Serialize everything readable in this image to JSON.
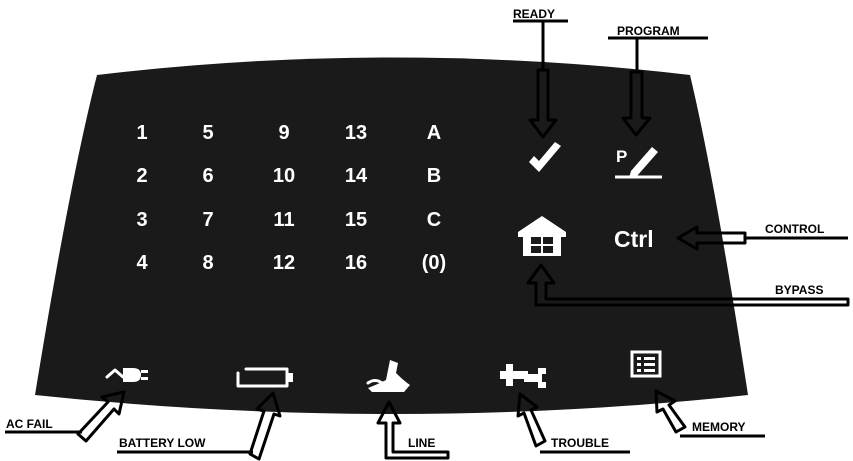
{
  "colors": {
    "panel": "#1a1a1a",
    "glyph": "#ffffff",
    "callout": "#000000"
  },
  "zones": [
    [
      "1",
      "5",
      "9",
      "13",
      "A"
    ],
    [
      "2",
      "6",
      "10",
      "14",
      "B"
    ],
    [
      "3",
      "7",
      "11",
      "15",
      "C"
    ],
    [
      "4",
      "8",
      "12",
      "16",
      "(0)"
    ]
  ],
  "indicators": {
    "ready": {
      "icon": "checkmark-icon"
    },
    "program": {
      "icon": "program-pen-icon",
      "glyph": "P"
    },
    "bypass": {
      "icon": "house-icon"
    },
    "control": {
      "icon": "ctrl-text-icon",
      "text": "Ctrl"
    },
    "ac_fail": {
      "icon": "ac-plug-icon"
    },
    "battery_low": {
      "icon": "battery-icon"
    },
    "line": {
      "icon": "telephone-icon"
    },
    "trouble": {
      "icon": "wrench-icon"
    },
    "memory": {
      "icon": "memory-list-icon"
    }
  },
  "labels": {
    "ready": "READY",
    "program": "PROGRAM",
    "control": "CONTROL",
    "bypass": "BYPASS",
    "ac_fail": "AC FAIL",
    "battery_low": "BATTERY LOW",
    "line": "LINE",
    "trouble": "TROUBLE",
    "memory": "MEMORY"
  }
}
